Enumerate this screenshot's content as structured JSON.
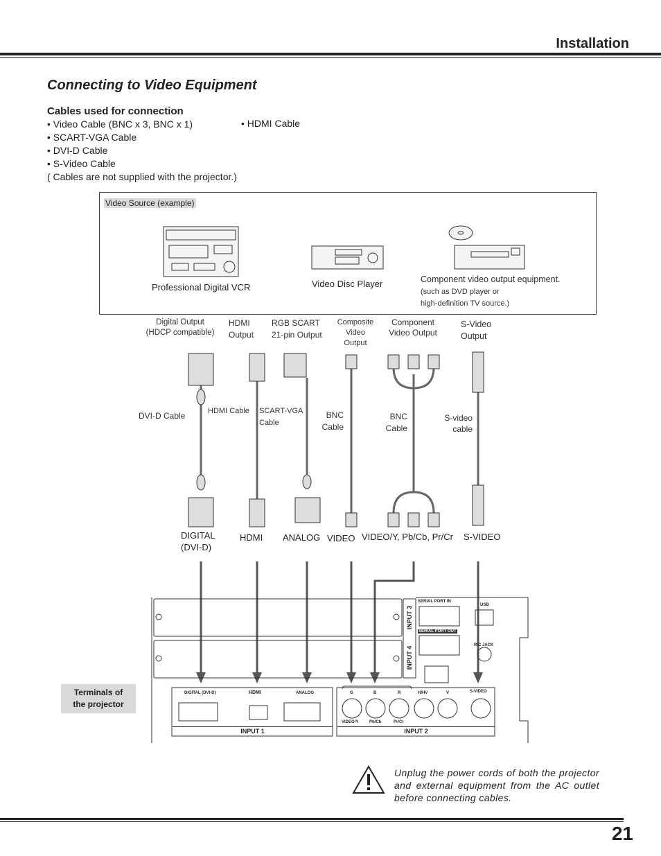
{
  "header": {
    "section": "Installation",
    "page_number": "21"
  },
  "title": "Connecting to Video Equipment",
  "cables": {
    "heading": "Cables used for connection",
    "items": [
      "• Video Cable (BNC x 3, BNC x 1)",
      "• SCART-VGA Cable",
      "• DVI-D Cable",
      "• S-Video Cable"
    ],
    "item_col2": "• HDMI Cable",
    "note": "( Cables are not supplied with the projector.)"
  },
  "source": {
    "tag": "Video Source (example)",
    "vcr": "Professional Digital VCR",
    "disc": "Video Disc Player",
    "component_line1": "Component video output equipment.",
    "component_line2": "(such as DVD player or",
    "component_line3": "high-definition TV source.)"
  },
  "outputs": {
    "digital_1": "Digital Output",
    "digital_2": "(HDCP compatible)",
    "hdmi_1": "HDMI",
    "hdmi_2": "Output",
    "rgb_1": "RGB SCART",
    "rgb_2": "21-pin Output",
    "comp_1": "Composite",
    "comp_2": "Video",
    "comp_3": "Output",
    "component_1": "Component",
    "component_2": "Video Output",
    "svideo_1": "S-Video",
    "svideo_2": "Output"
  },
  "cable_labels": {
    "dvid": "DVI-D Cable",
    "hdmi": "HDMI Cable",
    "scart_1": "SCART-VGA",
    "scart_2": "Cable",
    "bnc1_1": "BNC",
    "bnc1_2": "Cable",
    "bnc3_1": "BNC",
    "bnc3_2": "Cable",
    "sv_1": "S-video",
    "sv_2": "cable"
  },
  "inputs": {
    "digital_1": "DIGITAL",
    "digital_2": "(DVI-D)",
    "hdmi": "HDMI",
    "analog": "ANALOG",
    "video": "VIDEO",
    "component": "VIDEO/Y, Pb/Cb, Pr/Cr",
    "svideo": "S-VIDEO"
  },
  "panel": {
    "input3": "INPUT 3",
    "input4": "INPUT 4",
    "serial_in": "SERIAL PORT IN",
    "serial_out": "SERIAL PORT OUT",
    "usb": "USB",
    "rjack": "R/C JACK",
    "digital_dvid": "DIGITAL (DVI-D)",
    "hdmi_logo": "HDMI",
    "analog": "ANALOG",
    "g": "G",
    "b": "B",
    "r": "R",
    "hhv": "H/HV",
    "v": "V",
    "svideo": "S-VIDEO",
    "videoy": "VIDEO/Y",
    "pbcb": "Pb/Cb",
    "prcr": "Pr/Cr",
    "input1": "INPUT 1",
    "input2": "INPUT 2"
  },
  "terminals": {
    "line1": "Terminals of",
    "line2": "the projector"
  },
  "warning": "Unplug the power cords of both the projector and external equipment from the AC outlet before connecting cables."
}
